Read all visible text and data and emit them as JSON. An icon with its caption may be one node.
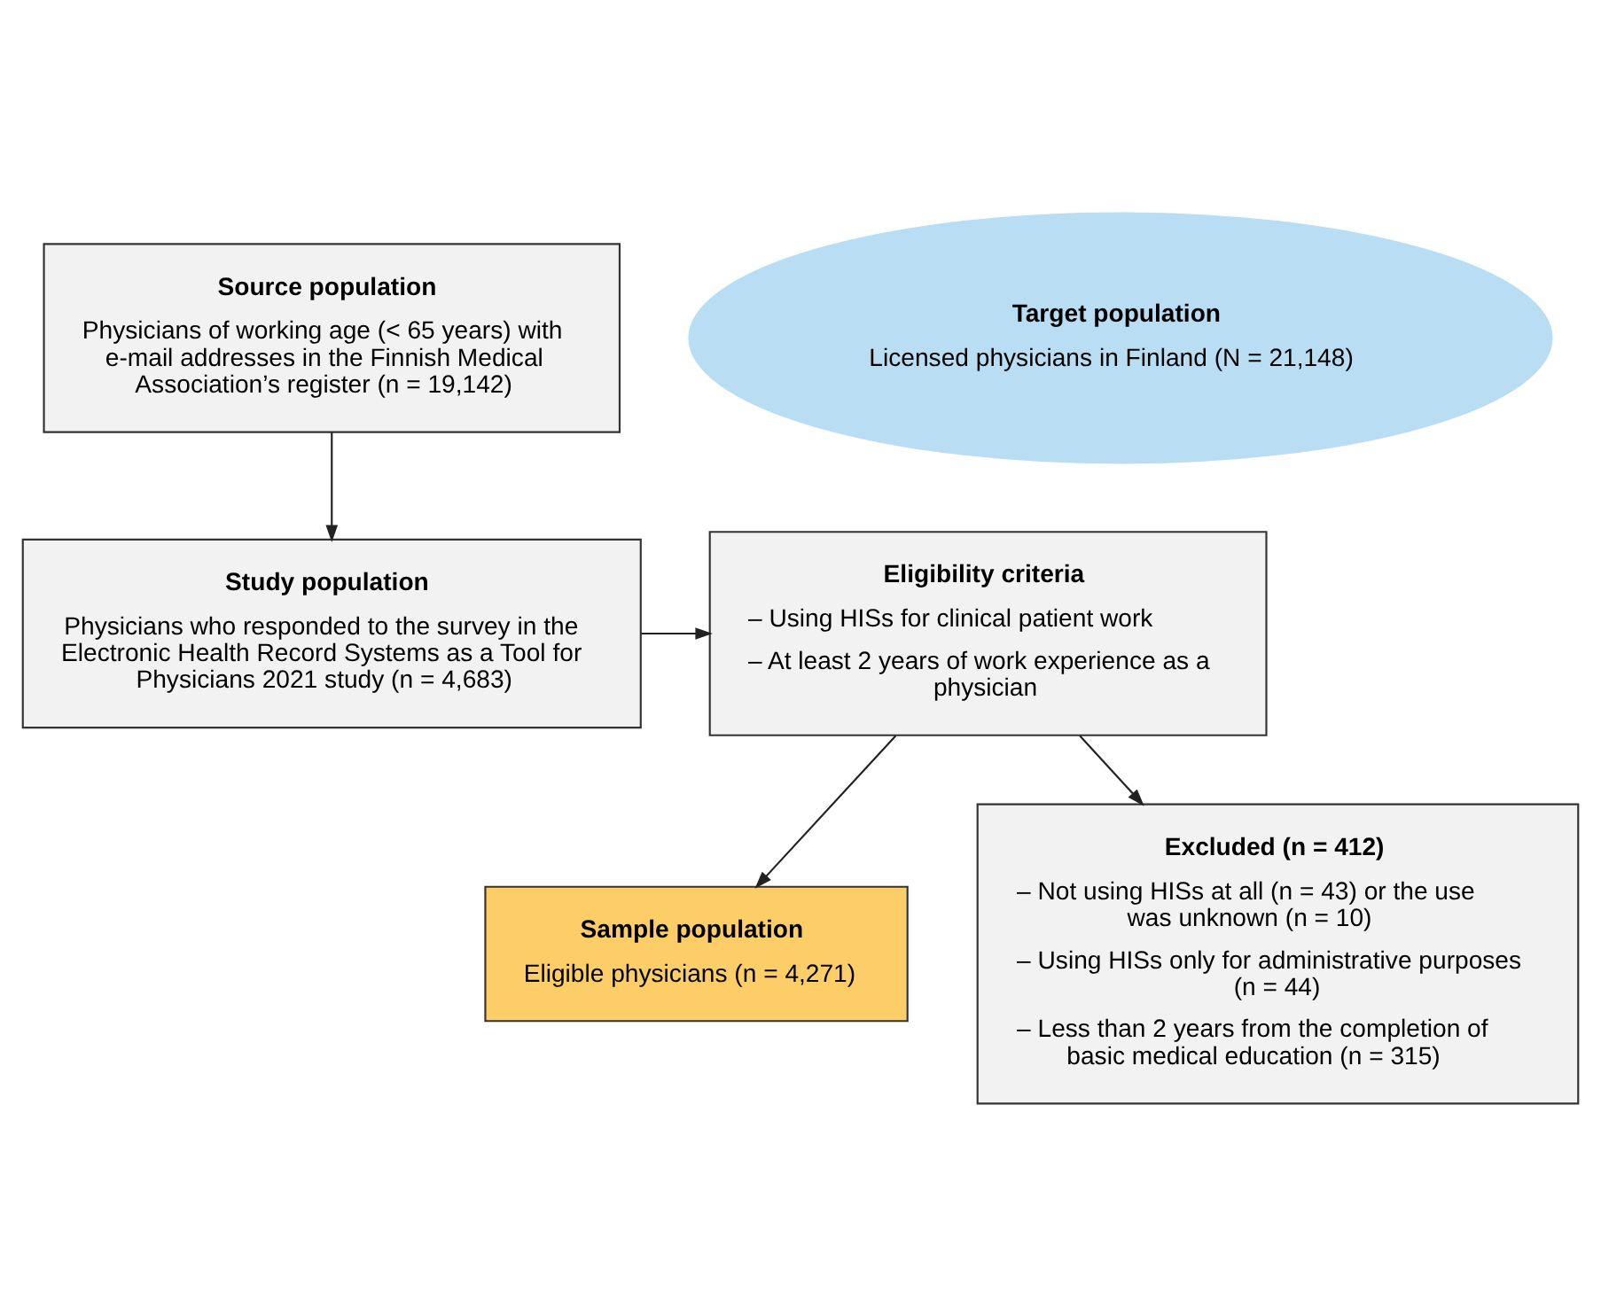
{
  "diagram": {
    "nodes": [
      {
        "text": [
          "Target population",
          "Licensed physicians in Finland (N = 21,148)"
        ]
      },
      {
        "text": [
          "Source population",
          "Physicians of working age (< 65 years) with e-mail addresses in the Finnish Medical Association’s register (n = 19,142)"
        ]
      },
      {
        "text": [
          "Study population",
          "Physicians who responded to the survey in the Electronic Health Record Systems as a Tool for Physicians 2021 study (n = 4,683)"
        ]
      },
      {
        "text": [
          "Eligibility criteria",
          "– Using HISs for clinical patient work",
          "– At least 2 years of work experience as a physician"
        ]
      },
      {
        "text": [
          "Sample population",
          "Eligible physicians (n = 4,271)"
        ]
      },
      {
        "text": [
          "Excluded (n = 412)",
          "– Not using HISs at all (n = 43) or the use was unknown (n = 10)",
          "– Using HISs only for administrative purposes (n = 44)",
          "– Less than 2 years from the completion of basic medical education (n = 315)"
        ]
      }
    ],
    "edges": [
      {
        "from": 1,
        "to": 2,
        "arrow": "to"
      },
      {
        "from": 2,
        "to": 3,
        "arrow": "to"
      },
      {
        "from": 3,
        "to": 4,
        "arrow": "to"
      },
      {
        "from": 3,
        "to": 5,
        "arrow": "to"
      }
    ]
  }
}
